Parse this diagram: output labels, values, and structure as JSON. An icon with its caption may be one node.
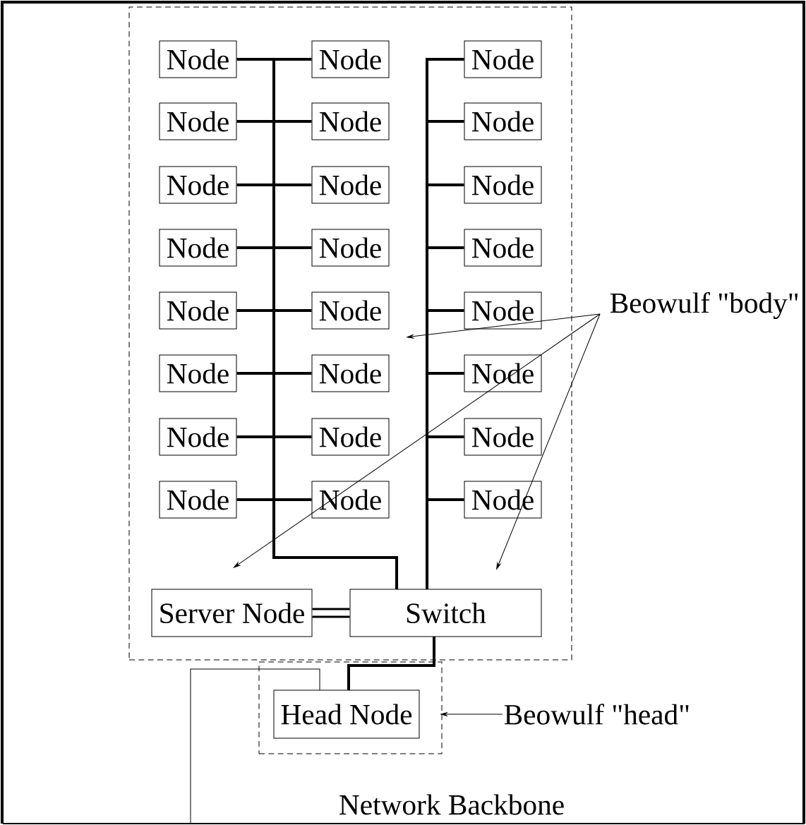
{
  "diagram": {
    "nodes": [
      {
        "text": [],
        "shape": "box"
      },
      {
        "text": [
          "Node"
        ],
        "in": 0
      },
      {
        "text": [
          "Node"
        ],
        "in": 0
      },
      {
        "text": [
          "Node"
        ],
        "in": 0
      },
      {
        "text": [
          "Node"
        ],
        "in": 0
      },
      {
        "text": [
          "Node"
        ],
        "in": 0
      },
      {
        "text": [
          "Node"
        ],
        "in": 0
      },
      {
        "text": [
          "Node"
        ],
        "in": 0
      },
      {
        "text": [
          "Node"
        ],
        "in": 0
      },
      {
        "text": [
          "Node"
        ],
        "in": 0
      },
      {
        "text": [
          "Node"
        ],
        "in": 0
      },
      {
        "text": [
          "Node"
        ],
        "in": 0
      },
      {
        "text": [
          "Node"
        ],
        "in": 0
      },
      {
        "text": [
          "Node"
        ],
        "in": 0
      },
      {
        "text": [
          "Node"
        ],
        "in": 0
      },
      {
        "text": [
          "Node"
        ],
        "in": 0
      },
      {
        "text": [
          "Node"
        ],
        "in": 0
      },
      {
        "text": [
          "Node"
        ],
        "in": 0
      },
      {
        "text": [
          "Node"
        ],
        "in": 0
      },
      {
        "text": [
          "Node"
        ],
        "in": 0
      },
      {
        "text": [
          "Node"
        ],
        "in": 0
      },
      {
        "text": [
          "Node"
        ],
        "in": 0
      },
      {
        "text": [
          "Node"
        ],
        "in": 0
      },
      {
        "text": [
          "Node"
        ],
        "in": 0
      },
      {
        "text": [
          "Node"
        ],
        "in": 0
      },
      {
        "text": [
          "Server Node"
        ],
        "in": 0
      },
      {
        "text": [
          "Switch"
        ],
        "in": 0
      },
      {
        "text": [],
        "shape": "box"
      },
      {
        "text": [
          "Head Node"
        ],
        "in": 27
      },
      {
        "text": [
          "Beowulf \"body\""
        ]
      },
      {
        "text": [
          "Beowulf \"head\""
        ]
      },
      {
        "text": [],
        "shape": "bar"
      }
    ],
    "edges": [
      {
        "from": 1,
        "to": 26,
        "arrow": "none"
      },
      {
        "from": 2,
        "to": 26,
        "arrow": "none"
      },
      {
        "from": 3,
        "to": 26,
        "arrow": "none"
      },
      {
        "from": 4,
        "to": 26,
        "arrow": "none"
      },
      {
        "from": 5,
        "to": 26,
        "arrow": "none"
      },
      {
        "from": 6,
        "to": 26,
        "arrow": "none"
      },
      {
        "from": 7,
        "to": 26,
        "arrow": "none"
      },
      {
        "from": 8,
        "to": 26,
        "arrow": "none"
      },
      {
        "from": 9,
        "to": 26,
        "arrow": "none"
      },
      {
        "from": 10,
        "to": 26,
        "arrow": "none"
      },
      {
        "from": 11,
        "to": 26,
        "arrow": "none"
      },
      {
        "from": 12,
        "to": 26,
        "arrow": "none"
      },
      {
        "from": 13,
        "to": 26,
        "arrow": "none"
      },
      {
        "from": 14,
        "to": 26,
        "arrow": "none"
      },
      {
        "from": 15,
        "to": 26,
        "arrow": "none"
      },
      {
        "from": 16,
        "to": 26,
        "arrow": "none"
      },
      {
        "from": 17,
        "to": 26,
        "arrow": "none"
      },
      {
        "from": 18,
        "to": 26,
        "arrow": "none"
      },
      {
        "from": 19,
        "to": 26,
        "arrow": "none"
      },
      {
        "from": 20,
        "to": 26,
        "arrow": "none"
      },
      {
        "from": 21,
        "to": 26,
        "arrow": "none"
      },
      {
        "from": 22,
        "to": 26,
        "arrow": "none"
      },
      {
        "from": 23,
        "to": 26,
        "arrow": "none"
      },
      {
        "from": 24,
        "to": 26,
        "arrow": "none"
      },
      {
        "from": 25,
        "to": 26,
        "arrow": "none",
        "style": "thick"
      },
      {
        "from": 26,
        "to": 28,
        "arrow": "none"
      },
      {
        "from": 28,
        "to": 31,
        "arrow": "none"
      },
      {
        "from": 29,
        "to": null,
        "arrow": "to"
      },
      {
        "from": 29,
        "to": null,
        "arrow": "to"
      },
      {
        "from": 29,
        "to": null,
        "arrow": "to"
      },
      {
        "from": 30,
        "to": 27,
        "arrow": "to"
      }
    ],
    "labels": [
      "Network Backbone"
    ]
  }
}
